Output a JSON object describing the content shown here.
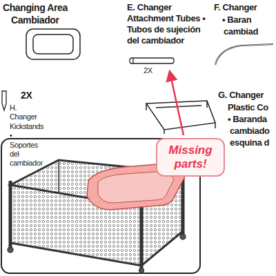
{
  "diagram": {
    "nodes": [
      {
        "text": [
          "Missing parts!"
        ]
      }
    ],
    "edges": [],
    "labels": [
      "Changing Area",
      "Cambiador",
      "E. Changer Attachment Tubes • Tubos de sujeción del cambiador",
      "2X",
      "F. Changer",
      "• Baran",
      "cambiad",
      "H. Changer Kickstands • Soportes del cambiador",
      "2X",
      "G. Changer",
      "Plastic Co",
      "• Baranda",
      "cambiado",
      "esquina d"
    ]
  }
}
